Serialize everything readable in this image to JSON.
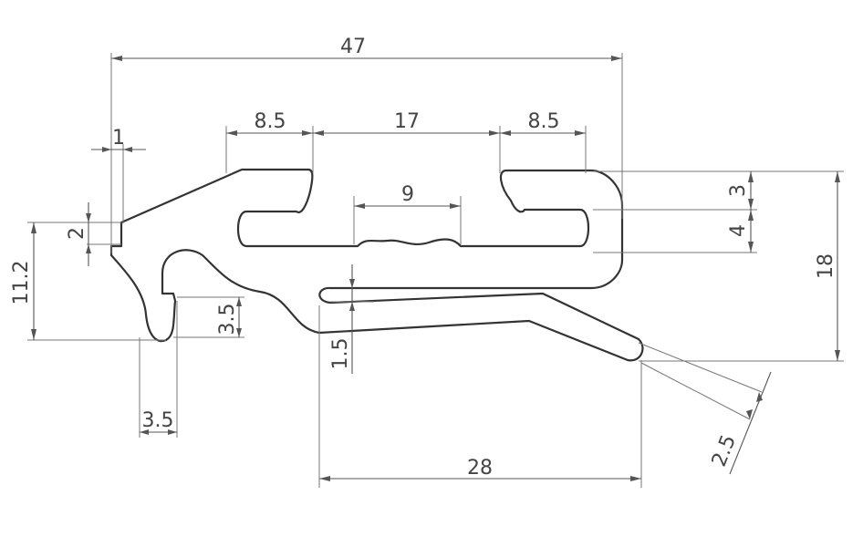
{
  "dimensions": {
    "overall_width": "47",
    "left_slot": "8.5",
    "center_span": "17",
    "right_slot": "8.5",
    "lip_width": "1",
    "lip_height": "2",
    "left_height": "11.2",
    "inner_center": "9",
    "right_top": "3",
    "right_mid": "4",
    "total_height": "18",
    "hook_depth": "3.5",
    "hook_width": "3.5",
    "thin_gap": "1.5",
    "flap_length": "28",
    "flap_thickness": "2.5"
  },
  "colors": {
    "profile": "#333333",
    "dimension": "#555555",
    "background": "#ffffff"
  }
}
